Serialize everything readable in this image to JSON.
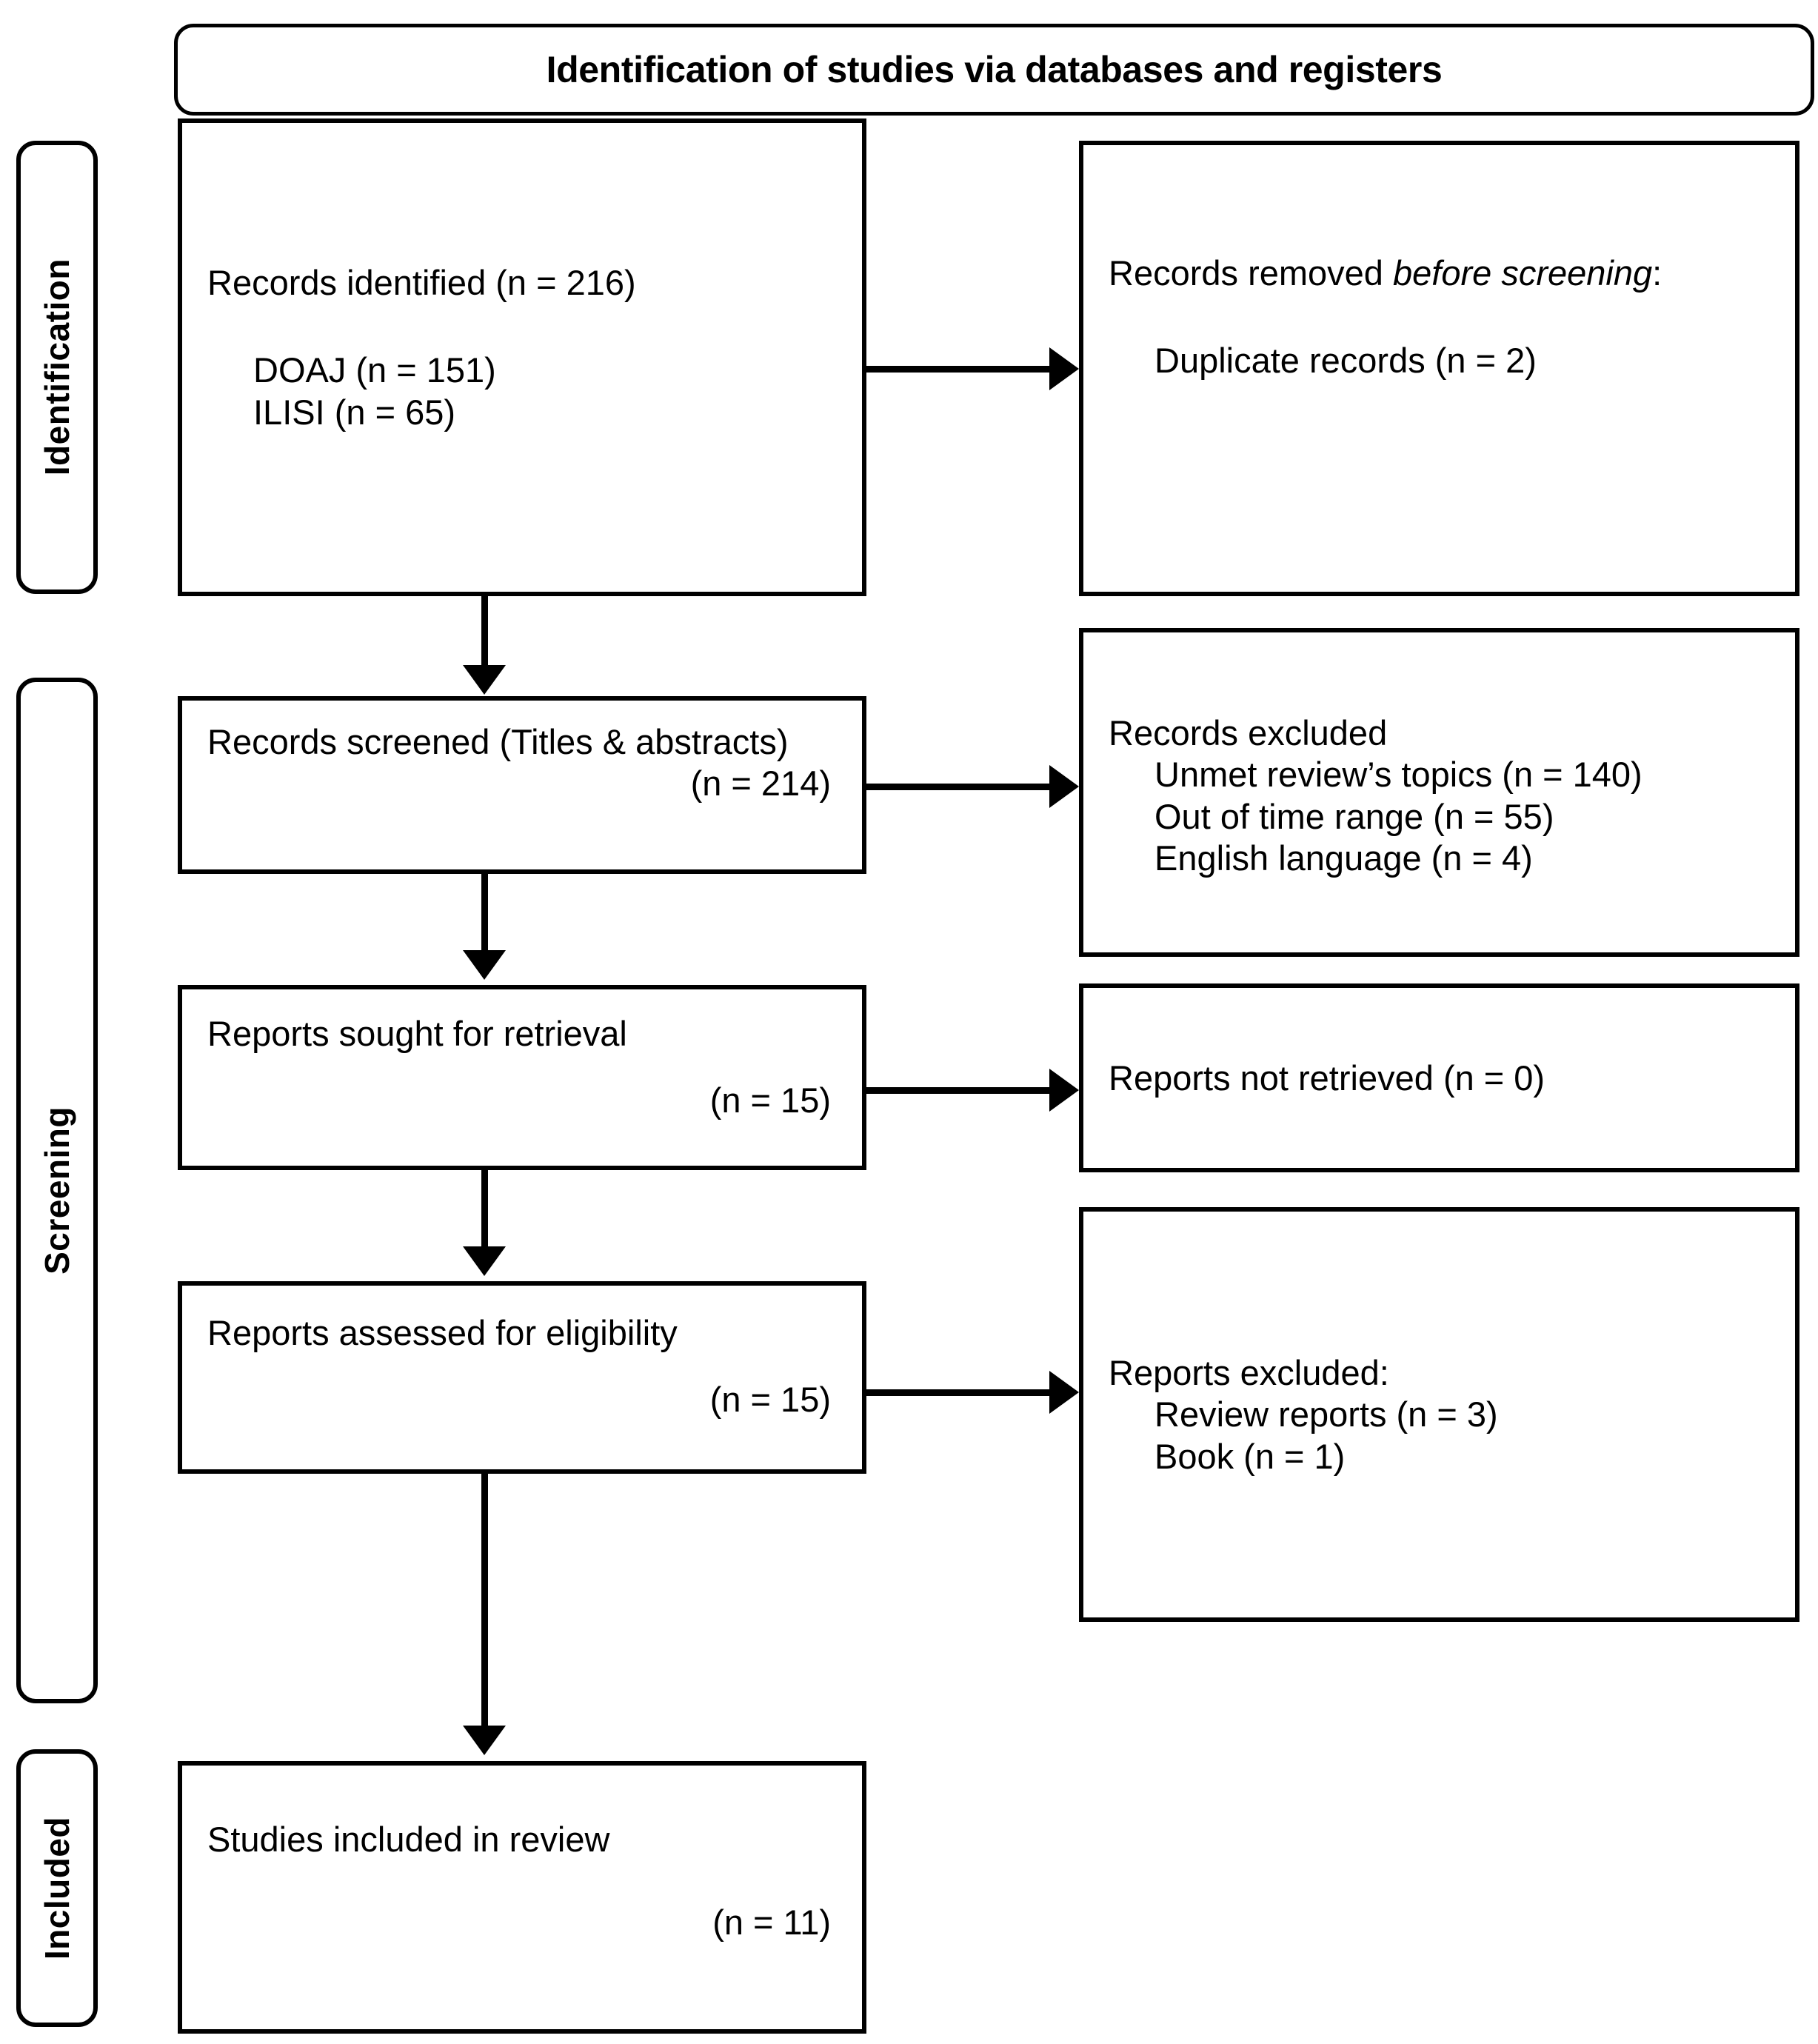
{
  "diagram": {
    "title": "Identification of studies via databases and registers",
    "type": "prisma-flow-diagram"
  },
  "stages": [
    {
      "id": "identification",
      "label": "Identification"
    },
    {
      "id": "screening",
      "label": "Screening"
    },
    {
      "id": "included",
      "label": "Included"
    }
  ],
  "boxes": {
    "records_identified": {
      "title": "Records identified (n = 216)",
      "sources": [
        "DOAJ (n = 151)",
        "ILISI (n = 65)"
      ]
    },
    "records_removed": {
      "title_plain": "Records removed ",
      "title_italic": "before screening",
      "title_suffix": ":",
      "items": [
        "Duplicate records (n = 2)"
      ]
    },
    "records_screened": {
      "title": "Records screened (Titles & abstracts)",
      "count": "(n = 214)"
    },
    "records_excluded": {
      "title": "Records excluded",
      "items": [
        "Unmet review’s topics (n = 140)",
        "Out of time range (n = 55)",
        "English language (n = 4)"
      ]
    },
    "reports_sought": {
      "title": "Reports sought for retrieval",
      "count": "(n = 15)"
    },
    "reports_not_retrieved": {
      "title": "Reports not retrieved (n = 0)"
    },
    "reports_assessed": {
      "title": "Reports assessed for eligibility",
      "count": "(n = 15)"
    },
    "reports_excluded": {
      "title": "Reports excluded:",
      "items": [
        "Review reports (n = 3)",
        "Book (n = 1)"
      ]
    },
    "studies_included": {
      "title": "Studies included in review",
      "count": "(n = 11)"
    }
  },
  "colors": {
    "stroke": "#000000",
    "background": "#ffffff",
    "text": "#000000"
  },
  "chart_data": {
    "type": "diagram",
    "title": "Identification of studies via databases and registers",
    "nodes": [
      {
        "id": "records_identified",
        "stage": "Identification",
        "column": "left",
        "label": "Records identified (n = 216)",
        "n": 216
      },
      {
        "id": "doaj",
        "stage": "Identification",
        "column": "left",
        "label": "DOAJ (n = 151)",
        "n": 151
      },
      {
        "id": "ilisi",
        "stage": "Identification",
        "column": "left",
        "label": "ILISI (n = 65)",
        "n": 65
      },
      {
        "id": "duplicate_records",
        "stage": "Identification",
        "column": "right",
        "label": "Duplicate records (n = 2)",
        "n": 2
      },
      {
        "id": "records_screened",
        "stage": "Screening",
        "column": "left",
        "label": "Records screened (Titles & abstracts)",
        "n": 214
      },
      {
        "id": "unmet_topics",
        "stage": "Screening",
        "column": "right",
        "label": "Unmet review’s topics (n = 140)",
        "n": 140
      },
      {
        "id": "out_of_time_range",
        "stage": "Screening",
        "column": "right",
        "label": "Out of time range (n = 55)",
        "n": 55
      },
      {
        "id": "english_language",
        "stage": "Screening",
        "column": "right",
        "label": "English language (n = 4)",
        "n": 4
      },
      {
        "id": "reports_sought",
        "stage": "Screening",
        "column": "left",
        "label": "Reports sought for retrieval",
        "n": 15
      },
      {
        "id": "reports_not_retrieved",
        "stage": "Screening",
        "column": "right",
        "label": "Reports not retrieved (n = 0)",
        "n": 0
      },
      {
        "id": "reports_assessed",
        "stage": "Screening",
        "column": "left",
        "label": "Reports assessed for eligibility",
        "n": 15
      },
      {
        "id": "review_reports",
        "stage": "Screening",
        "column": "right",
        "label": "Review reports (n = 3)",
        "n": 3
      },
      {
        "id": "book",
        "stage": "Screening",
        "column": "right",
        "label": "Book (n = 1)",
        "n": 1
      },
      {
        "id": "studies_included",
        "stage": "Included",
        "column": "left",
        "label": "Studies included in review",
        "n": 11
      }
    ],
    "edges": [
      {
        "from": "records_identified",
        "to": "records_removed",
        "direction": "right"
      },
      {
        "from": "records_identified",
        "to": "records_screened",
        "direction": "down"
      },
      {
        "from": "records_screened",
        "to": "records_excluded",
        "direction": "right"
      },
      {
        "from": "records_screened",
        "to": "reports_sought",
        "direction": "down"
      },
      {
        "from": "reports_sought",
        "to": "reports_not_retrieved",
        "direction": "right"
      },
      {
        "from": "reports_sought",
        "to": "reports_assessed",
        "direction": "down"
      },
      {
        "from": "reports_assessed",
        "to": "reports_excluded",
        "direction": "right"
      },
      {
        "from": "reports_assessed",
        "to": "studies_included",
        "direction": "down"
      }
    ]
  }
}
